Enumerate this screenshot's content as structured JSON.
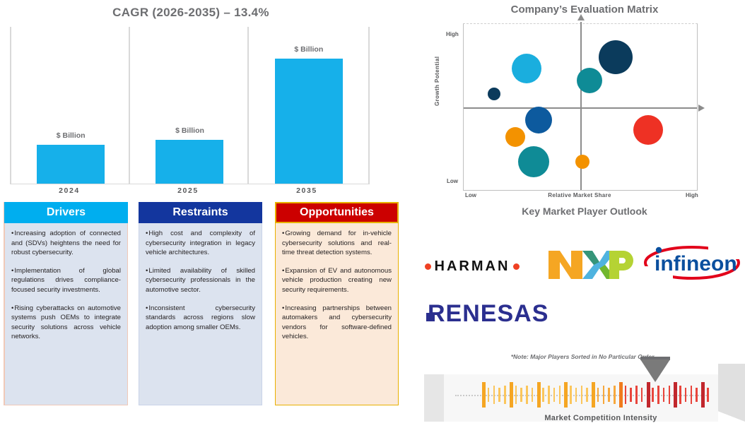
{
  "bar_chart": {
    "title": "CAGR (2026-2035) – 13.4%",
    "value_label": "$ Billion",
    "categories": [
      "2024",
      "2025",
      "2035"
    ]
  },
  "chart_data": {
    "type": "bar",
    "title": "CAGR (2026-2035) – 13.4%",
    "categories": [
      "2024",
      "2025",
      "2035"
    ],
    "values": [
      55,
      62,
      177
    ],
    "value_labels": [
      "$ Billion",
      "$ Billion",
      "$ Billion"
    ],
    "xlabel": "",
    "ylabel": "",
    "ylim": [
      0,
      222
    ],
    "grid": false,
    "legend": "none",
    "series_color": "#16b0ea"
  },
  "panels": [
    {
      "key": "drivers",
      "title": "Drivers",
      "header_color": "#00aeef",
      "body_color": "#dce3ef",
      "bullets": [
        "Increasing adoption of connected and (SDVs) heightens the need for robust cybersecurity.",
        "Implementation of global regulations drives compliance-focused security investments.",
        "Rising cyberattacks on automotive systems push OEMs to integrate security solutions across vehicle networks."
      ]
    },
    {
      "key": "restraints",
      "title": "Restraints",
      "header_color": "#13369e",
      "body_color": "#dce3ef",
      "bullets": [
        "High cost and complexity of cybersecurity integration in legacy vehicle architectures.",
        "Limited availability of skilled cybersecurity professionals in the automotive sector.",
        "Inconsistent cybersecurity standards across regions slow adoption among smaller OEMs."
      ]
    },
    {
      "key": "opportunities",
      "title": "Opportunities",
      "header_color": "#cc0000",
      "body_color": "#fbe9d9",
      "bullets": [
        "Growing demand for in-vehicle cybersecurity solutions and real-time threat detection systems.",
        "Expansion of EV and autonomous vehicle production creating new security requirements.",
        "Increasing partnerships between automakers and cybersecurity vendors for software-defined vehicles."
      ]
    }
  ],
  "matrix": {
    "title": "Company’s Evaluation Matrix",
    "y_axis_title": "Growth Potential",
    "x_axis_title": "Relative Market Share",
    "y_high": "High",
    "y_low": "Low",
    "x_low": "Low",
    "x_high": "High",
    "bubbles": [
      {
        "x": 27,
        "y": 27,
        "r": 21,
        "color": "#1aaede"
      },
      {
        "x": 13,
        "y": 42,
        "r": 9,
        "color": "#0b3b5c"
      },
      {
        "x": 65,
        "y": 20,
        "r": 24,
        "color": "#0b3b5c"
      },
      {
        "x": 54,
        "y": 34,
        "r": 18,
        "color": "#0f8b96"
      },
      {
        "x": 32,
        "y": 58,
        "r": 19,
        "color": "#0d5a9e"
      },
      {
        "x": 22,
        "y": 68,
        "r": 14,
        "color": "#f39200"
      },
      {
        "x": 30,
        "y": 83,
        "r": 22,
        "color": "#0f8b96"
      },
      {
        "x": 51,
        "y": 83,
        "r": 10,
        "color": "#f39200"
      },
      {
        "x": 79,
        "y": 64,
        "r": 21,
        "color": "#ee3124"
      }
    ]
  },
  "players": {
    "title": "Key Market Player Outlook",
    "note": "*Note: Major Players Sorted in No Particular Order.",
    "logos": [
      {
        "name": "harman",
        "text": "HARMAN"
      },
      {
        "name": "nxp",
        "text": "NXP"
      },
      {
        "name": "infineon",
        "text": "infineon"
      },
      {
        "name": "renesas",
        "text": "RENESAS"
      }
    ]
  },
  "gauge": {
    "label": "Market Competition Intensity",
    "needle_position_pct": 78
  }
}
